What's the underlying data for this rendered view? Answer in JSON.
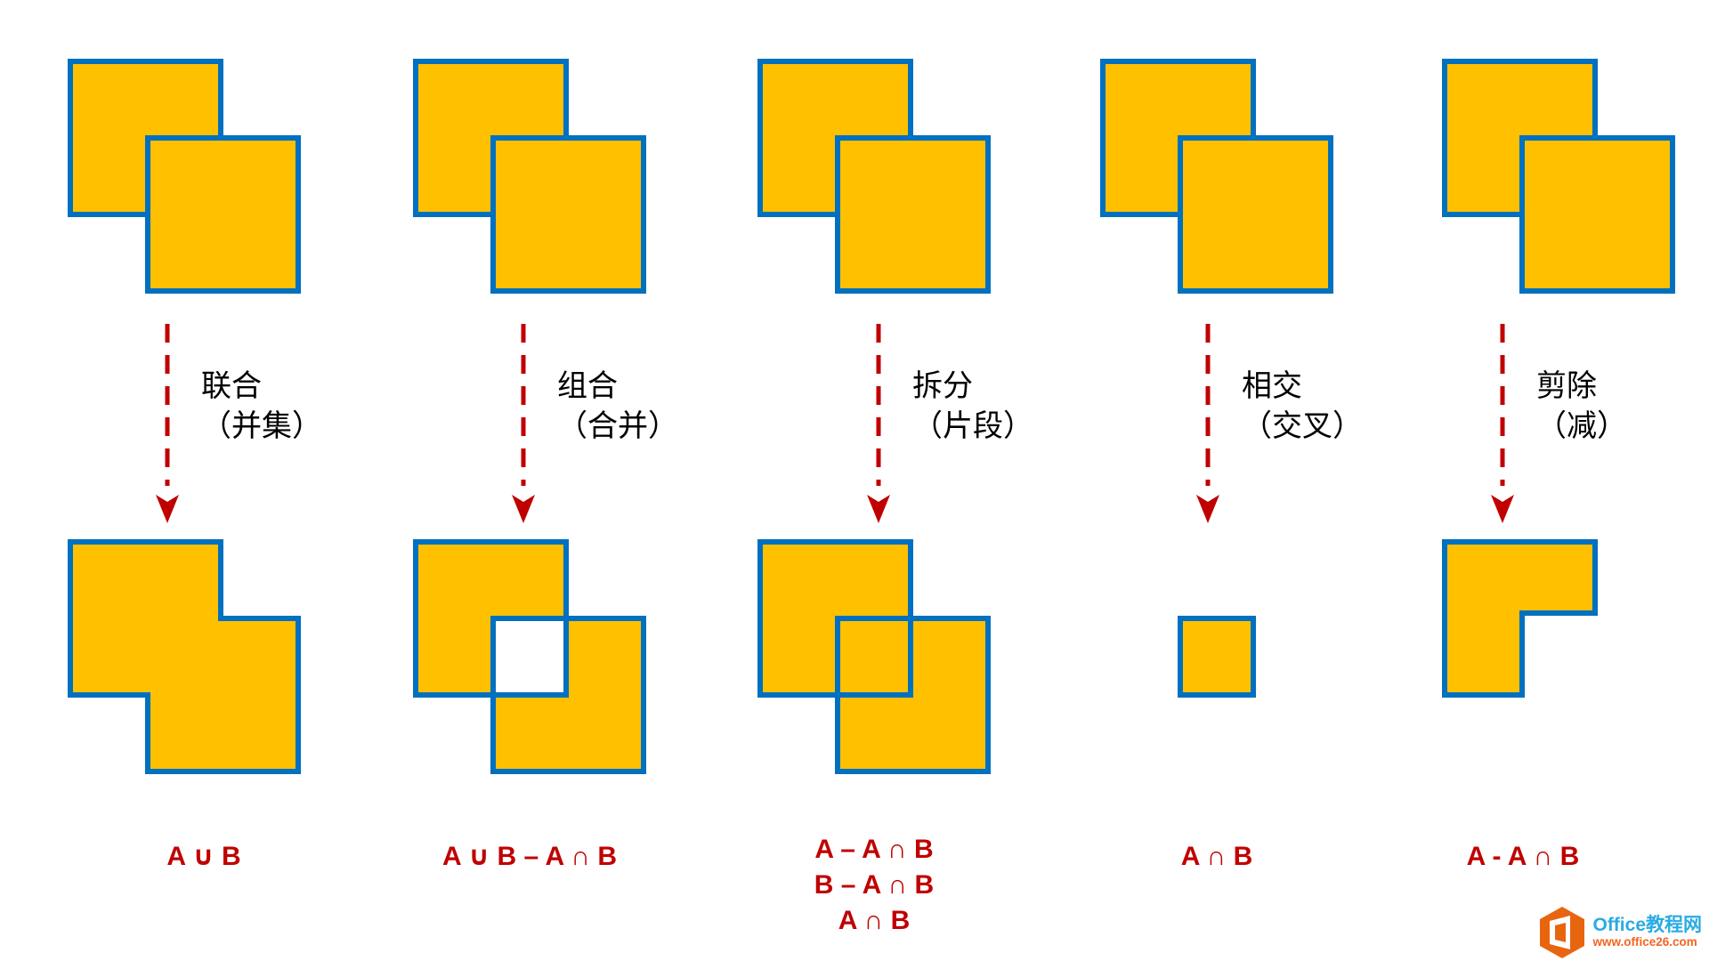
{
  "columns": [
    {
      "op_name": "联合",
      "op_alias": "（并集）",
      "result": "union",
      "formulas": [
        "A ∪ B"
      ]
    },
    {
      "op_name": "组合",
      "op_alias": "（合并）",
      "result": "combine",
      "formulas": [
        "A ∪ B – A ∩ B"
      ]
    },
    {
      "op_name": "拆分",
      "op_alias": "（片段）",
      "result": "fragment",
      "formulas": [
        "A – A ∩ B",
        "B – A ∩ B",
        "A ∩ B"
      ]
    },
    {
      "op_name": "相交",
      "op_alias": "（交叉）",
      "result": "intersect",
      "formulas": [
        "A ∩ B"
      ]
    },
    {
      "op_name": "剪除",
      "op_alias": "（减）",
      "result": "subtract",
      "formulas": [
        "A - A ∩ B"
      ]
    }
  ],
  "colors": {
    "shape_fill": "#FFC000",
    "shape_stroke": "#0070C0",
    "accent_red": "#C00000",
    "brand_blue": "#29ABE2",
    "brand_orange": "#F26522",
    "logo_orange": "#E8650F"
  },
  "watermark": {
    "brand": "Office教程网",
    "url": "www.office26.com"
  }
}
